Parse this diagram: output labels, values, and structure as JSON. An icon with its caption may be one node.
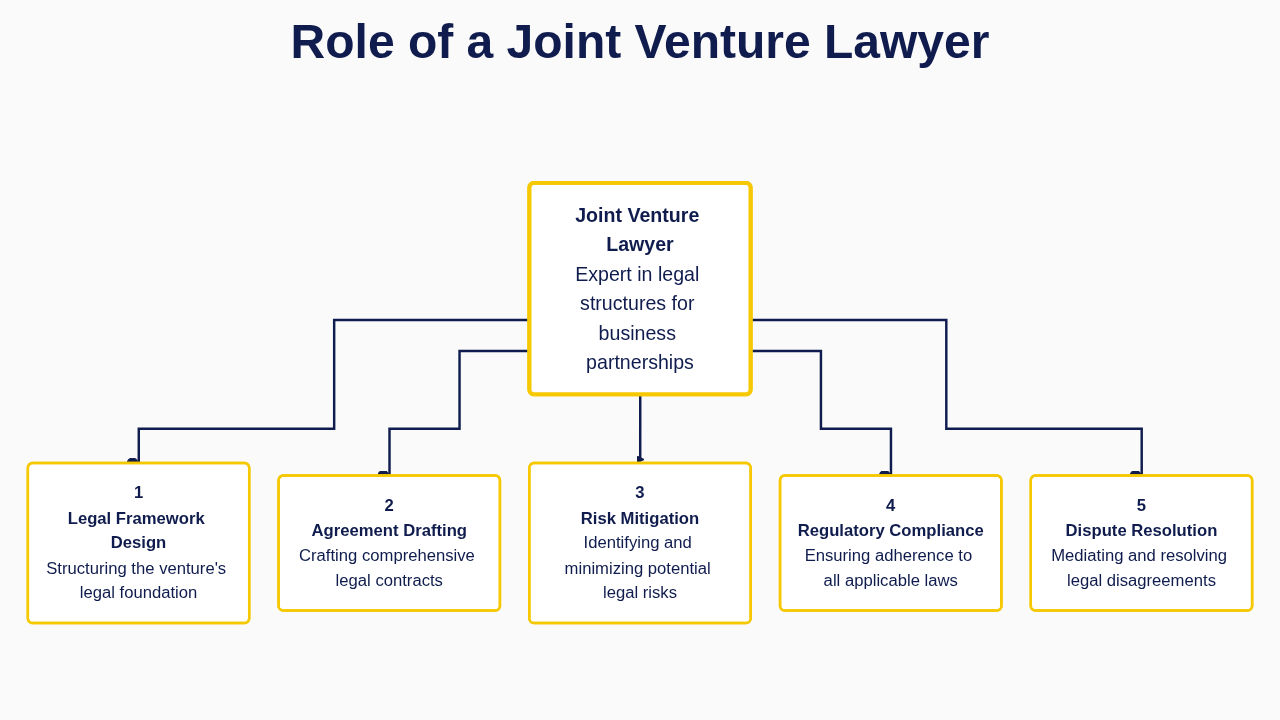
{
  "diagram": {
    "title": "Role of a Joint Venture Lawyer",
    "nodes": [
      {
        "text": [
          "Joint Venture Lawyer",
          "Expert in legal structures for business partnerships"
        ]
      },
      {
        "text": [
          "1",
          "Legal Framework Design",
          "Structuring the venture's legal foundation"
        ]
      },
      {
        "text": [
          "2",
          "Agreement Drafting",
          "Crafting comprehensive legal contracts"
        ]
      },
      {
        "text": [
          "3",
          "Risk Mitigation",
          "Identifying and minimizing potential legal risks"
        ]
      },
      {
        "text": [
          "4",
          "Regulatory Compliance",
          "Ensuring adherence to all applicable laws"
        ]
      },
      {
        "text": [
          "5",
          "Dispute Resolution",
          "Mediating and resolving legal disagreements"
        ]
      }
    ],
    "edges": [
      {
        "from": 0,
        "to": 1,
        "arrow": "other"
      },
      {
        "from": 0,
        "to": 2,
        "arrow": "other"
      },
      {
        "from": 0,
        "to": 3,
        "arrow": "to"
      },
      {
        "from": 0,
        "to": 4,
        "arrow": "other"
      },
      {
        "from": 0,
        "to": 5,
        "arrow": "other"
      }
    ]
  }
}
